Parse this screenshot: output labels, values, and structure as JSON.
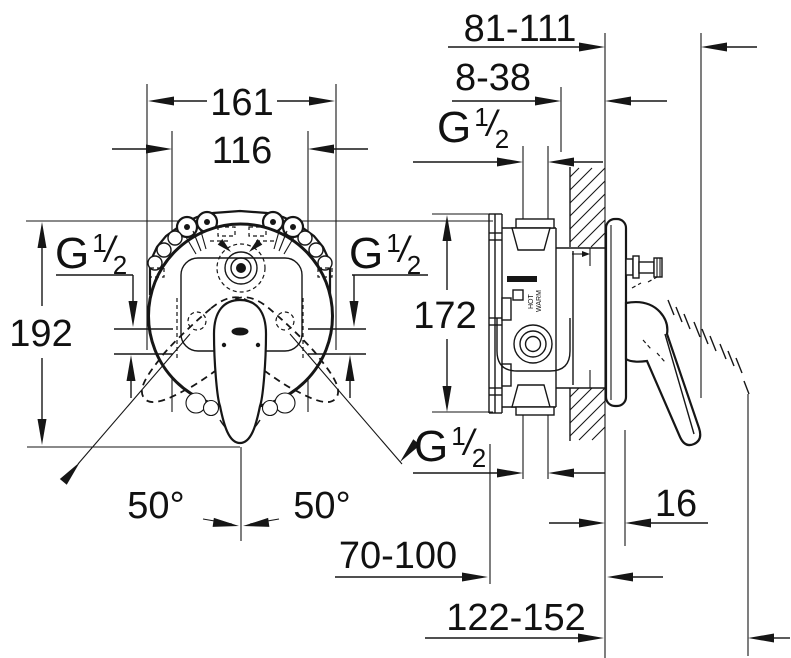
{
  "drawing": {
    "type": "installation-dimension-drawing",
    "ink_color": "#161616",
    "background": "#ffffff"
  },
  "labels": {
    "width_outer": "161",
    "width_inner": "116",
    "height_overall": "192",
    "depth_max": "81-111",
    "wall_range": "8-38",
    "body_height": "172",
    "angle_left": "50°",
    "angle_right": "50°",
    "escutcheon_depth": "16",
    "body_depth": "70-100",
    "handle_depth": "122-152"
  },
  "thread": {
    "prefix": "G",
    "numerator": "1",
    "slash": "/",
    "denominator": "2"
  },
  "markings": {
    "hot": "HOT",
    "warm": "WARM"
  }
}
